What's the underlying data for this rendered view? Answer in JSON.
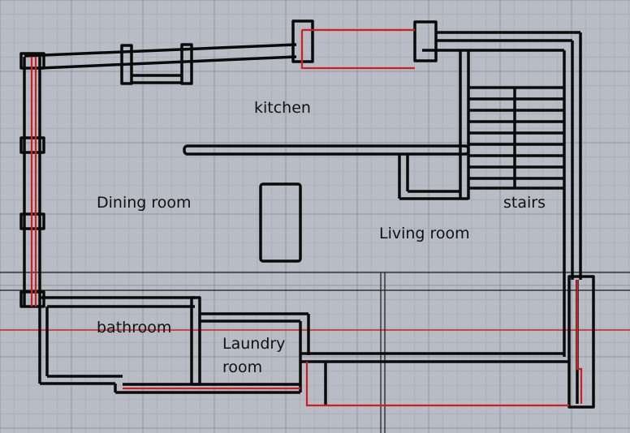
{
  "rooms": {
    "kitchen": "kitchen",
    "dining": "Dining room",
    "living": "Living room",
    "stairs": "stairs",
    "bathroom": "bathroom",
    "laundry_line1": "Laundry",
    "laundry_line2": "room"
  },
  "colors": {
    "background": "#b8bcc5",
    "grid_minor": "#a6aab3",
    "grid_major": "#8f949e",
    "wall": "#0a0a0a",
    "accent": "#cc1f1f",
    "axis": "#1a1a1a"
  }
}
